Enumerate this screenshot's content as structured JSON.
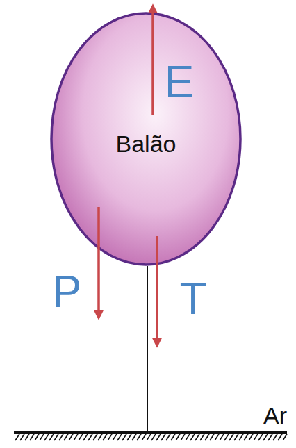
{
  "diagram": {
    "nodes": [
      {
        "text": [
          "Balão"
        ]
      }
    ],
    "labels": [
      "E",
      "P",
      "T",
      "Ar"
    ]
  }
}
